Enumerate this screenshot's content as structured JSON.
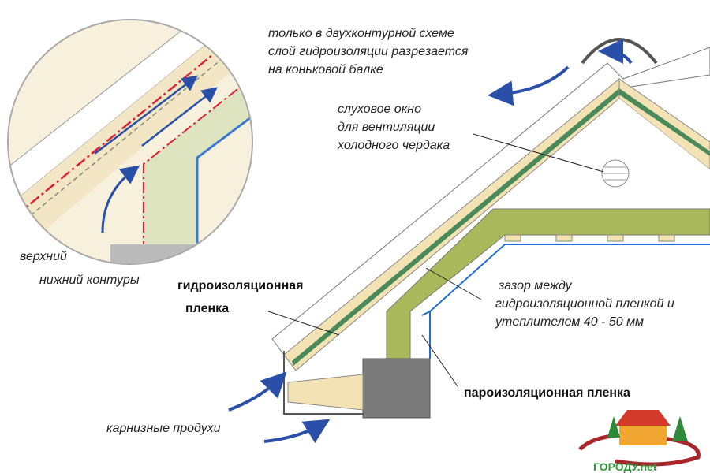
{
  "labels": {
    "top_note": [
      "только в двухконтурной схеме",
      "слой гидроизоляции разрезается",
      "на коньковой балке"
    ],
    "dormer": [
      "слуховое окно",
      "для вентиляции",
      "холодного чердака"
    ],
    "upper_contour": "верхний",
    "lower_contour": "нижний контуры",
    "waterproof_film": [
      "гидроизоляционная",
      "пленка"
    ],
    "gap": [
      "зазор между",
      "гидроизоляционной пленкой и",
      "утеплителем 40 - 50 мм"
    ],
    "vapor_film": "пароизоляционная пленка",
    "eaves_vents": "карнизные продухи"
  },
  "logo": {
    "text": "ГОРОДУ.net"
  },
  "colors": {
    "wood": "#f3e2b4",
    "insulation": "#a9b85a",
    "arrow": "#2a4fa8",
    "film_red": "#d8233a",
    "wall": "#7b7b7b"
  }
}
